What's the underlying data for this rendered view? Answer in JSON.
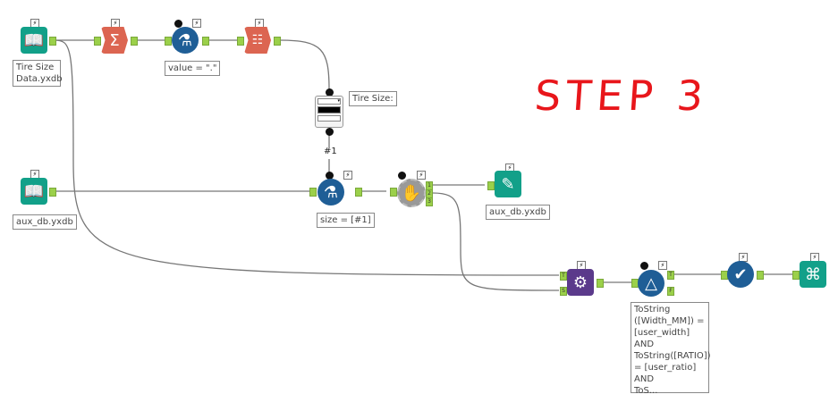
{
  "annotation": "STEP 3",
  "tools": {
    "input1": {
      "label": "Tire Size\nData.yxdb",
      "icon": "book-icon"
    },
    "summarize": {
      "icon": "sigma-icon"
    },
    "formula1": {
      "label": "value = \".\"",
      "icon": "flask-icon"
    },
    "arrange": {
      "icon": "arrange-icon"
    },
    "dropdown": {
      "label": "Tire Size:",
      "connection": "#1"
    },
    "input2": {
      "label": "aux_db.yxdb",
      "icon": "book-icon"
    },
    "formula2": {
      "label": "size = [#1]",
      "icon": "flask-icon"
    },
    "block": {
      "icon": "hand-icon",
      "outputs": [
        "1",
        "2",
        "3"
      ]
    },
    "output": {
      "label": "aux_db.yxdb",
      "icon": "output-icon"
    },
    "append": {
      "icon": "gears-icon",
      "inputs": [
        "T",
        "S"
      ]
    },
    "filter": {
      "label": "ToString\n([Width_MM]) =\n[user_width]\nAND\nToString([RATIO])\n= [user_ratio]\nAND\nToS...",
      "icon": "filter-icon",
      "outputs": [
        "T",
        "F"
      ]
    },
    "check": {
      "icon": "check-icon"
    },
    "browse": {
      "icon": "binoculars-icon"
    }
  },
  "colors": {
    "input": "#12a089",
    "summarize": "#dc6551",
    "formula": "#1f5e96",
    "append": "#5b3a8b",
    "anchor": "#9bd04a",
    "annotation": "#e8161b"
  }
}
